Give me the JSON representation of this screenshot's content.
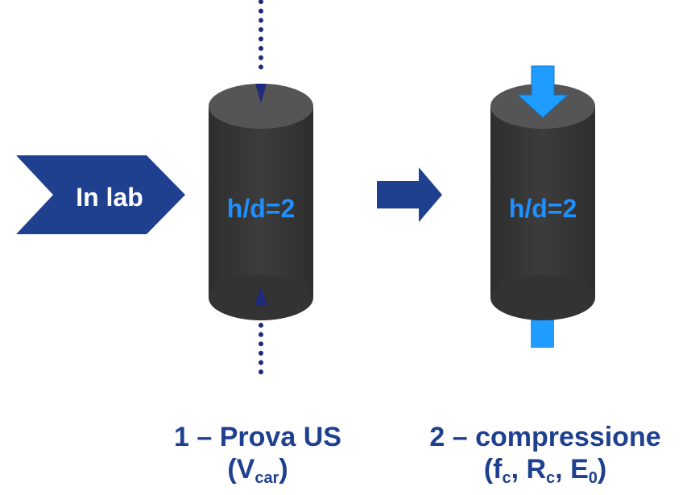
{
  "diagram": {
    "in_lab_label": "In lab",
    "cylinder_left_label": "h/d=2",
    "cylinder_right_label": "h/d=2"
  },
  "captions": {
    "us_test": {
      "line1": "1 – Prova US",
      "open": "(",
      "v": "V",
      "v_sub": "car",
      "close": ")"
    },
    "compression": {
      "line1": "2 – compressione",
      "open": "(",
      "f": "f",
      "f_sub": "c",
      "sep1": ", ",
      "r": "R",
      "r_sub": "c",
      "sep2": ", ",
      "e": "E",
      "e_sub": "0",
      "close": ")"
    }
  },
  "colors": {
    "cylinder_body": "#3A3A3A",
    "cylinder_top": "#555555",
    "label_blue": "#1E90FF",
    "navy": "#1F3F8F",
    "arrow_light_blue": "#1E9CFF"
  }
}
